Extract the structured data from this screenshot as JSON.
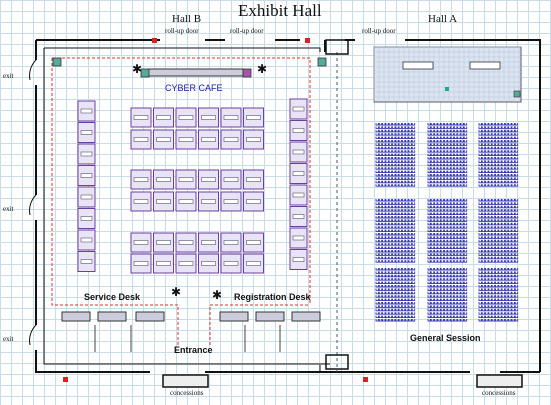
{
  "title": "Exhibit Hall",
  "hall_b": "Hall B",
  "hall_a": "Hall A",
  "roll_up_door": "roll-up door",
  "exit": "exit",
  "cyber_cafe": "CYBER CAFE",
  "service_desk": "Service Desk",
  "registration_desk": "Registration Desk",
  "entrance": "Entrance",
  "general_session": "General Session",
  "concessions": "concessions",
  "colors": {
    "wall": "#111111",
    "booth_border": "#6a3fa0",
    "booth_fill": "#e8e4f6",
    "chair_fill": "#3a3ab0",
    "dashed_route": "#e03030",
    "grid": "#c9dde8"
  }
}
